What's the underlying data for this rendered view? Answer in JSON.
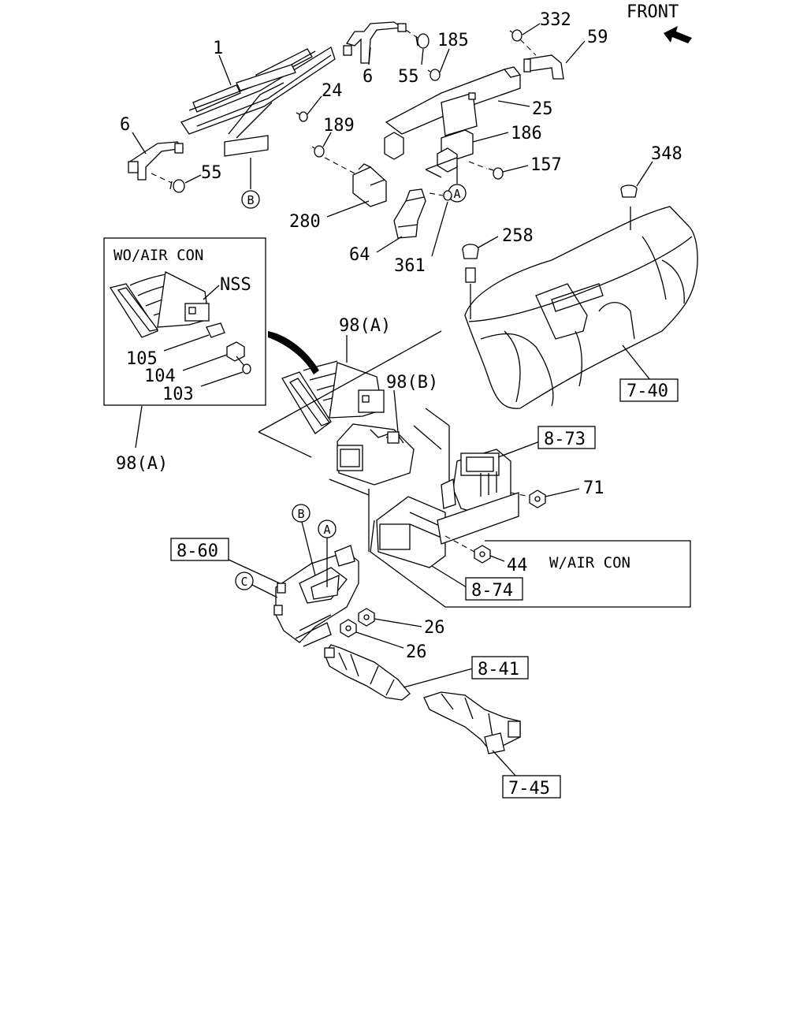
{
  "header": {
    "front_label": "FRONT"
  },
  "callouts": {
    "c1": "1",
    "c6a": "6",
    "c6b": "6",
    "c55a": "55",
    "c55b": "55",
    "c24": "24",
    "c185": "185",
    "c332": "332",
    "c59": "59",
    "c25": "25",
    "c189": "189",
    "c186": "186",
    "c157": "157",
    "c280": "280",
    "c64": "64",
    "c361": "361",
    "c348": "348",
    "c258": "258",
    "nss": "NSS",
    "c105": "105",
    "c104": "104",
    "c103": "103",
    "c98a_top": "98(A)",
    "c98b": "98(B)",
    "c98a_bottom": "98(A)",
    "c71": "71",
    "c44": "44",
    "c26a": "26",
    "c26b": "26"
  },
  "refs": {
    "r740": "7-40",
    "r873": "8-73",
    "r860": "8-60",
    "r874": "8-74",
    "r841": "8-41",
    "r745": "7-45"
  },
  "markers": {
    "B": "B",
    "A": "A",
    "C": "C"
  },
  "notes": {
    "wo_air_con": "WO/AIR CON",
    "w_air_con": "W/AIR CON"
  }
}
